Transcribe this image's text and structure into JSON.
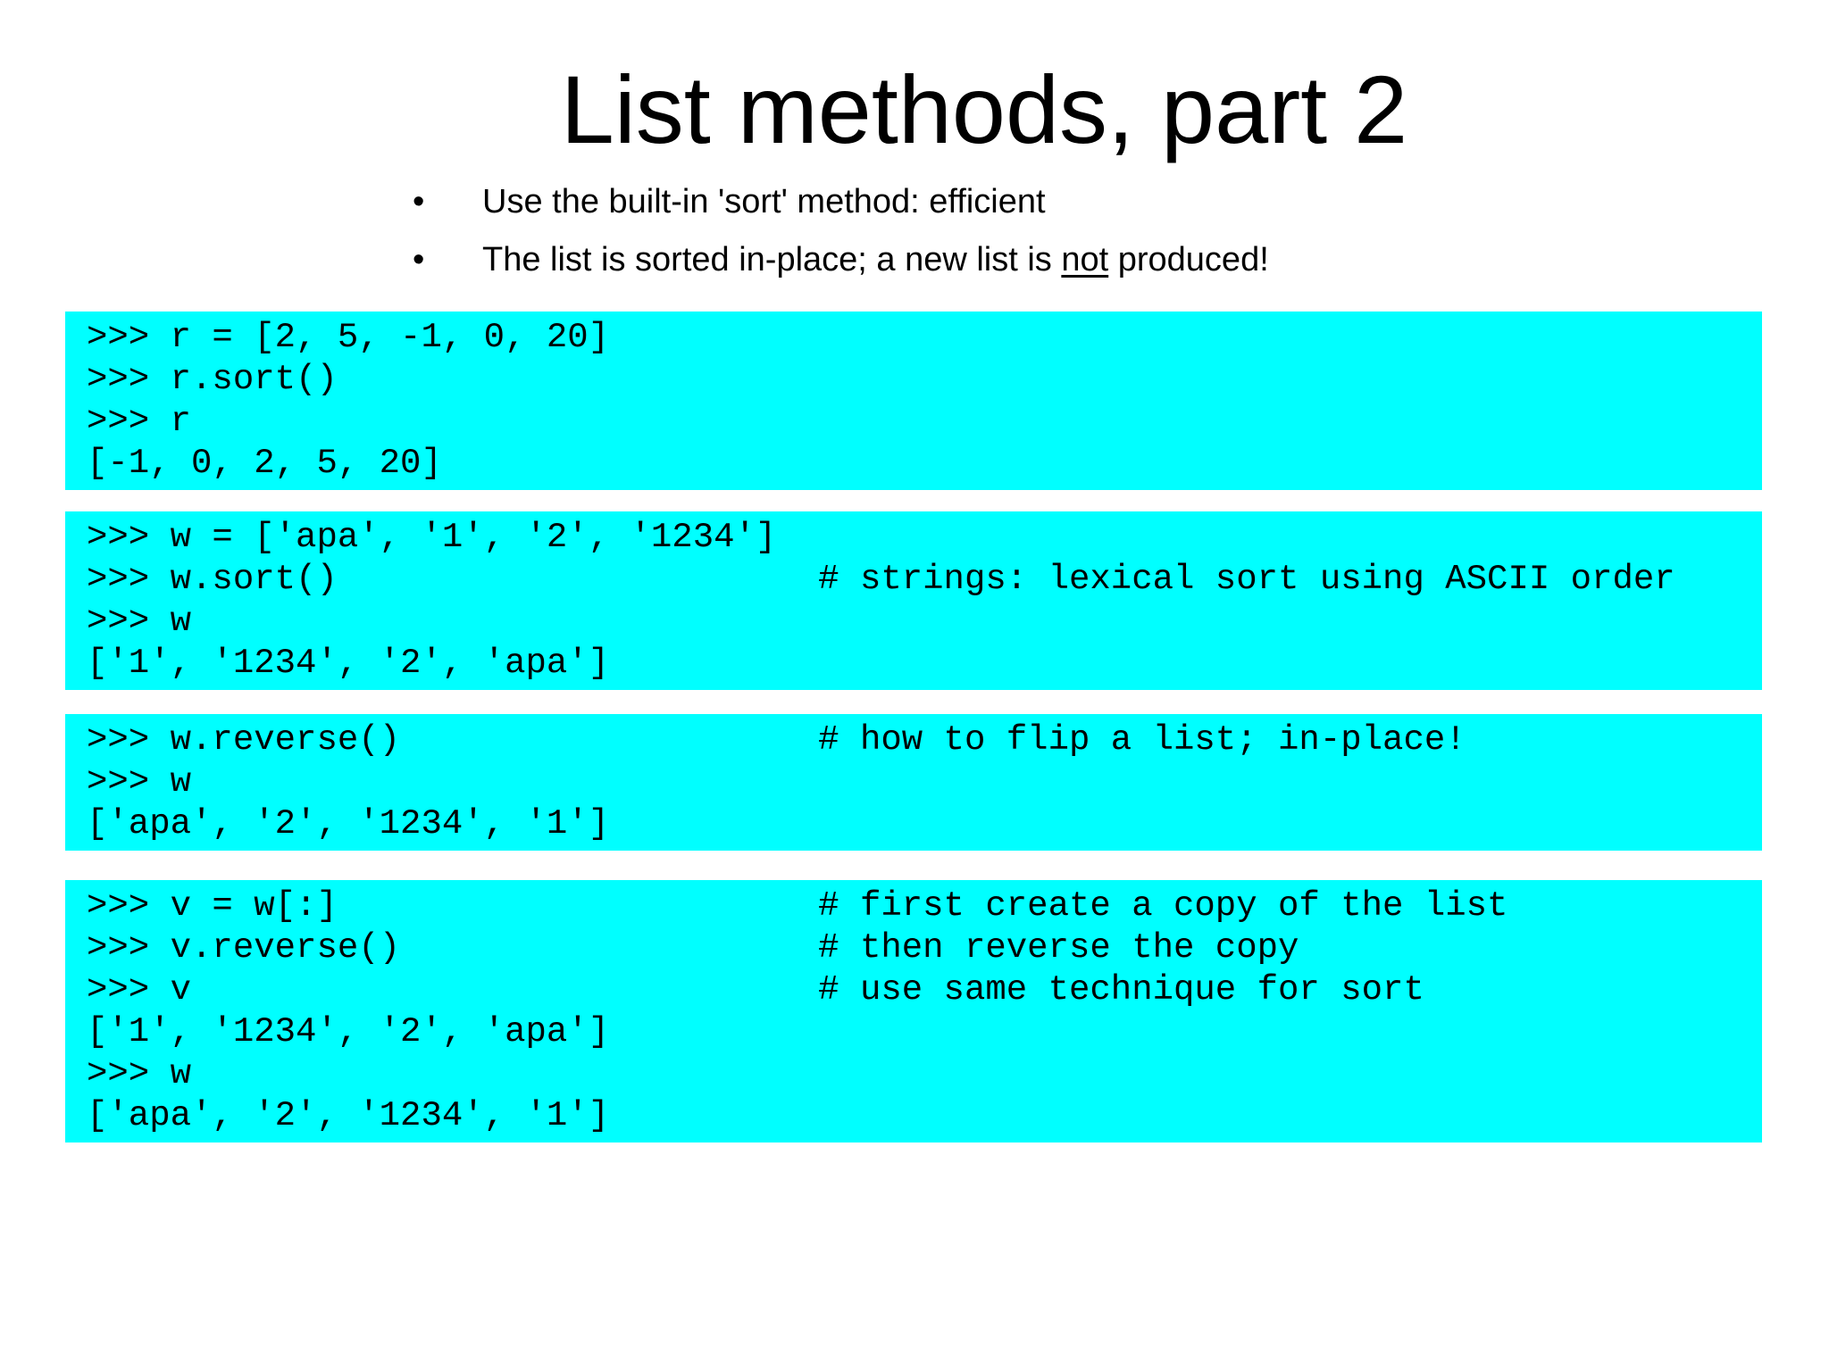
{
  "slide": {
    "title": "List methods, part 2",
    "bullets": [
      {
        "marker": "•",
        "pre": "Use the built-in 'sort' method: efficient",
        "underlined": "",
        "post": ""
      },
      {
        "marker": "•",
        "pre": "The list is sorted in-place; a new list is ",
        "underlined": "not",
        "post": " produced!"
      }
    ]
  },
  "code_blocks": [
    {
      "text": ">>> r = [2, 5, -1, 0, 20]\n>>> r.sort()\n>>> r\n[-1, 0, 2, 5, 20]"
    },
    {
      "text": ">>> w = ['apa', '1', '2', '1234']\n>>> w.sort()                       # strings: lexical sort using ASCII order\n>>> w\n['1', '1234', '2', 'apa']"
    },
    {
      "text": ">>> w.reverse()                    # how to flip a list; in-place!\n>>> w\n['apa', '2', '1234', '1']"
    },
    {
      "text": ">>> v = w[:]                       # first create a copy of the list\n>>> v.reverse()                    # then reverse the copy\n>>> v                              # use same technique for sort\n['1', '1234', '2', 'apa']\n>>> w\n['apa', '2', '1234', '1']"
    }
  ],
  "colors": {
    "code_background": "#00ffff",
    "text": "#000000",
    "slide_background": "#ffffff"
  }
}
